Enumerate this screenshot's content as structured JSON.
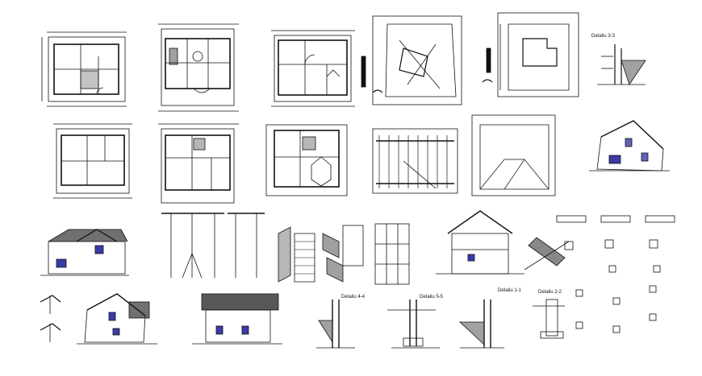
{
  "drawing_sheet": {
    "detail_labels": {
      "d33": "Detaliu 3-3",
      "d44": "Detaliu 4-4",
      "d55": "Detaliu 5-5",
      "d11": "Detaliu 1-1",
      "d22": "Detaliu 2-2"
    },
    "colors": {
      "line": "#111111",
      "window_blue": "#3a3aa8",
      "ground_hatch": "#444444"
    }
  }
}
